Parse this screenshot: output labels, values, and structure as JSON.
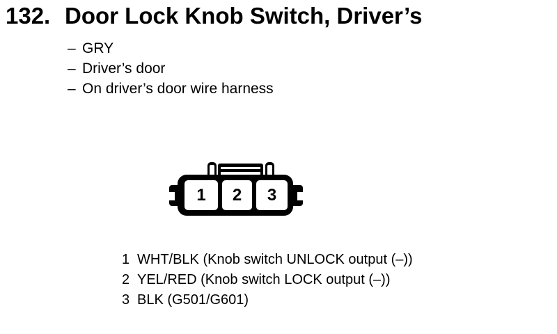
{
  "page": {
    "background": "#ffffff",
    "ink": "#000000"
  },
  "header": {
    "number": "132.",
    "title": "Door Lock Knob Switch, Driver’s"
  },
  "details": {
    "dash": "–",
    "items": [
      "GRY",
      "Driver’s door",
      "On driver’s door wire harness"
    ]
  },
  "connector": {
    "cavities": [
      "1",
      "2",
      "3"
    ]
  },
  "pinout": {
    "rows": [
      {
        "pin": "1",
        "desc": "WHT/BLK (Knob switch UNLOCK output (–))"
      },
      {
        "pin": "2",
        "desc": "YEL/RED (Knob switch LOCK output (–))"
      },
      {
        "pin": "3",
        "desc": "BLK (G501/G601)"
      }
    ]
  }
}
